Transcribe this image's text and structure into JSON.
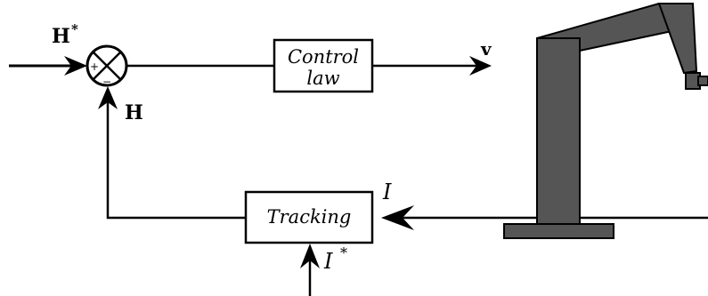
{
  "signals": {
    "reference": "H",
    "reference_sup": "*",
    "feedback": "H",
    "output": "v",
    "image": "I",
    "desired_image": "I",
    "desired_image_sup": "*"
  },
  "summing_junction": {
    "plus": "+",
    "minus": "−"
  },
  "blocks": {
    "control_law_line1": "Control",
    "control_law_line2": "law",
    "tracking": "Tracking"
  },
  "colors": {
    "line": "#000000",
    "robot_fill": "#555555",
    "background": "#ffffff"
  }
}
